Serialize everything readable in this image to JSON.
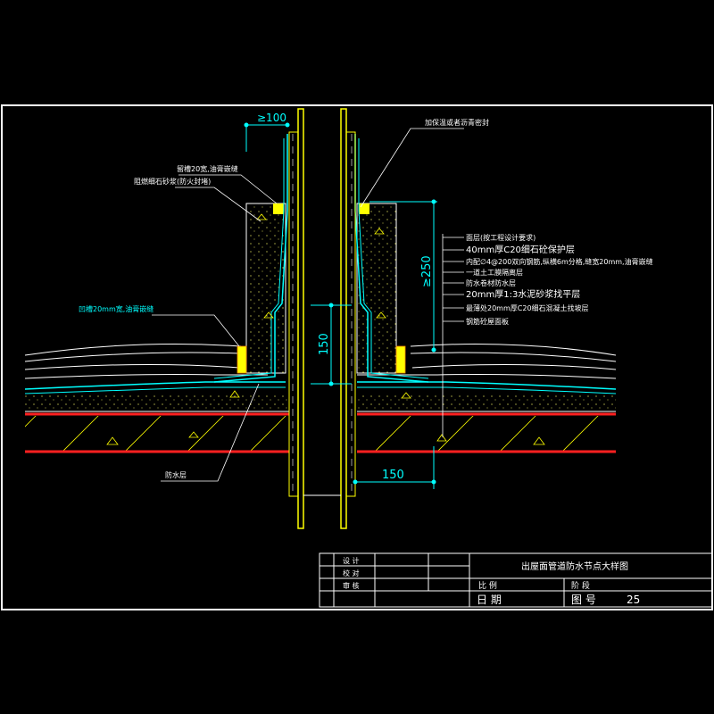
{
  "drawing": {
    "dimensions": {
      "top_offset": "≥100",
      "upstand_height": "≥250",
      "sleeve_length": "150",
      "bottom_offset": "150"
    },
    "left_labels": {
      "sealant_top": "留槽20宽,油膏嵌缝",
      "cement_mortar": "阻燃细石砂浆(防火封堵)",
      "sealant_mid": "凹槽20mm宽,油膏嵌缝",
      "waterproof_layer": "防水层"
    },
    "top_label": "加保温或者沥青密封",
    "right_layers": [
      "面层(按工程设计要求)",
      "40mm厚C20细石砼保护层",
      "内配∅4@200双向钢筋,纵横6m分格,缝宽20mm,油膏嵌缝",
      "一道土工膜隔离层",
      "防水卷材防水层",
      "20mm厚1:3水泥砂浆找平层",
      "最薄处20mm厚C20细石混凝土找坡层",
      "钢筋砼屋面板"
    ],
    "title_block": {
      "design": "设 计",
      "check": "校 对",
      "review": "审 核",
      "title": "出屋面管道防水节点大样图",
      "scale": "比 例",
      "stage": "阶 段",
      "date": "日 期",
      "drawing_no_label": "图 号",
      "drawing_no": "25"
    }
  }
}
